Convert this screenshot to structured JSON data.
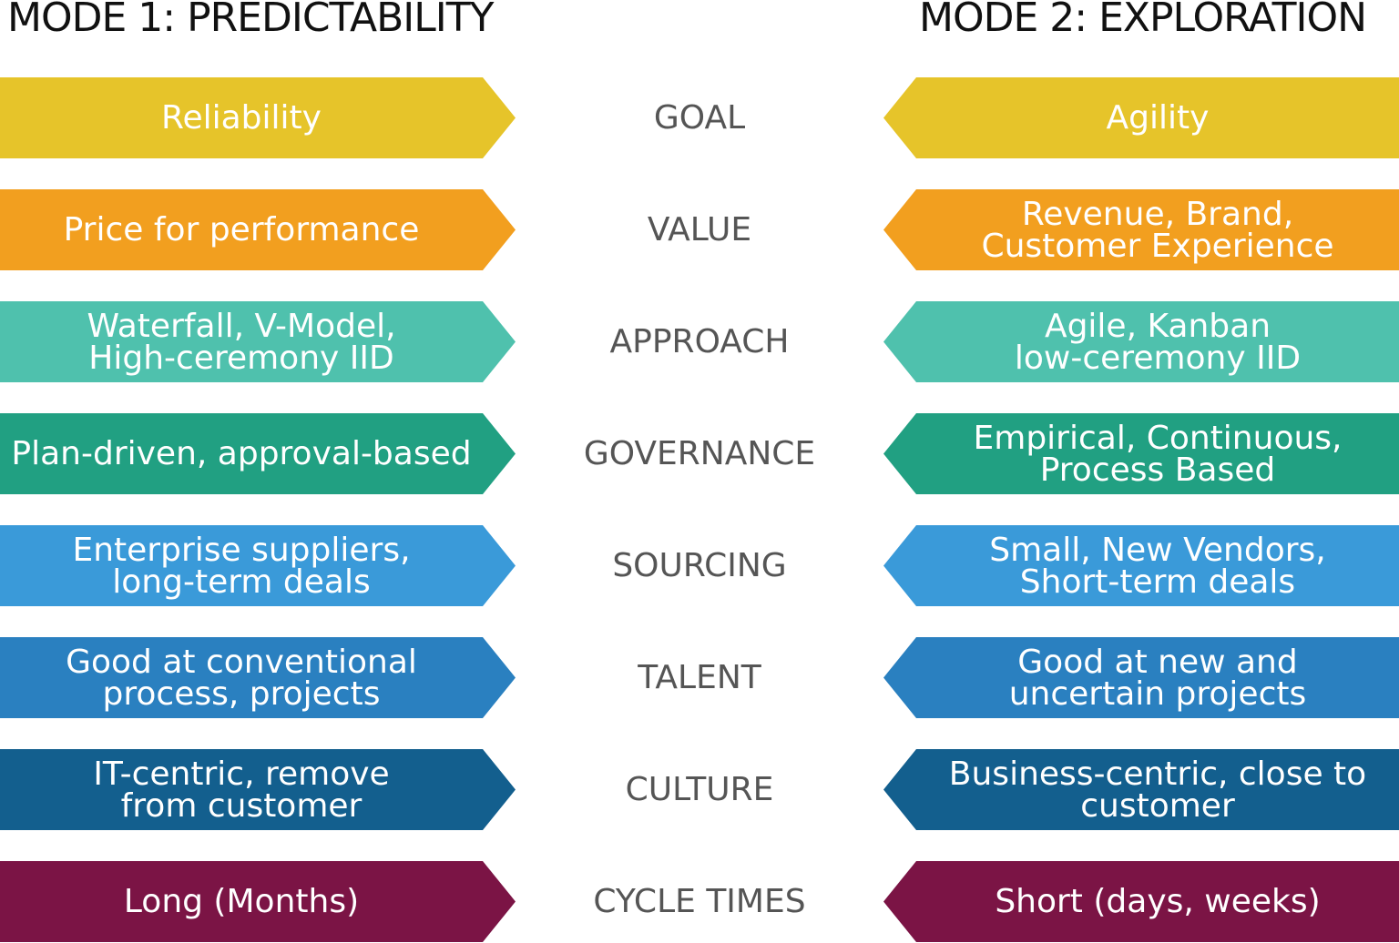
{
  "titles": {
    "mode1": "MODE 1: PREDICTABILITY",
    "mode2": "MODE 2: EXPLORATION"
  },
  "rows": [
    {
      "label": "GOAL",
      "left": "Reliability",
      "right": "Agility",
      "color": "#E6C42A"
    },
    {
      "label": "VALUE",
      "left": "Price for performance",
      "right": "Revenue, Brand,\nCustomer Experience",
      "color": "#F29F1F"
    },
    {
      "label": "APPROACH",
      "left": "Waterfall, V-Model,\nHigh-ceremony IID",
      "right": "Agile, Kanban\nlow-ceremony IID",
      "color": "#4FC1AD"
    },
    {
      "label": "GOVERNANCE",
      "left": "Plan-driven, approval-based",
      "right": "Empirical, Continuous,\nProcess Based",
      "color": "#21A082"
    },
    {
      "label": "SOURCING",
      "left": "Enterprise suppliers,\nlong-term deals",
      "right": "Small, New Vendors,\nShort-term deals",
      "color": "#3A9AD9"
    },
    {
      "label": "TALENT",
      "left": "Good at conventional\nprocess, projects",
      "right": "Good at new and\nuncertain projects",
      "color": "#2A80C0"
    },
    {
      "label": "CULTURE",
      "left": "IT-centric, remove\nfrom customer",
      "right": "Business-centric, close to\ncustomer",
      "color": "#135F8E"
    },
    {
      "label": "CYCLE TIMES",
      "left": "Long (Months)",
      "right": "Short (days, weeks)",
      "color": "#7B1445"
    }
  ]
}
